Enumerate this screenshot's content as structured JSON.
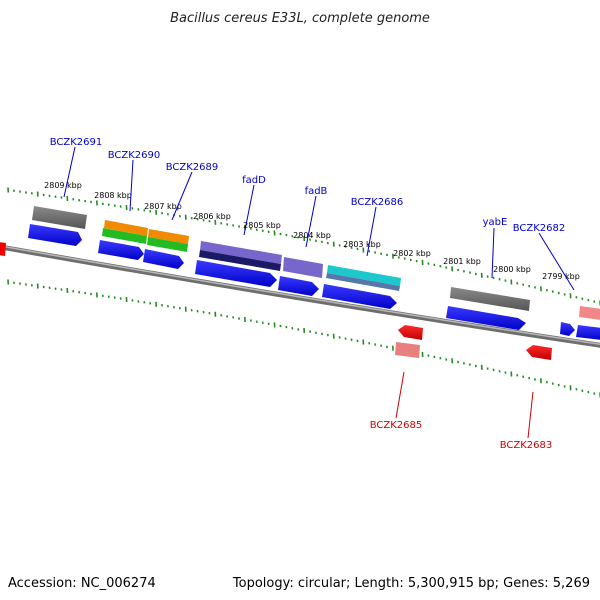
{
  "title": "Bacillus cereus E33L, complete genome",
  "footer": {
    "accession": "Accession: NC_006274",
    "topology": "Topology: circular; Length: 5,300,915 bp; Genes: 5,269"
  },
  "colors": {
    "backbone": "#8a8a8a",
    "ticks": "#228b22",
    "label_forward": "#0000cc",
    "label_reverse": "#cc0000",
    "cds_forward": "#0000ee",
    "cds_reverse": "#ee0000"
  },
  "kbp_labels": [
    "2809 kbp",
    "2808 kbp",
    "2807 kbp",
    "2806 kbp",
    "2805 kbp",
    "2804 kbp",
    "2803 kbp",
    "2802 kbp",
    "2801 kbp",
    "2800 kbp",
    "2799 kbp"
  ],
  "genes_forward": [
    {
      "name": "BCZK2691"
    },
    {
      "name": "BCZK2690"
    },
    {
      "name": "BCZK2689"
    },
    {
      "name": "fadD"
    },
    {
      "name": "fadB"
    },
    {
      "name": "BCZK2686"
    },
    {
      "name": "yabE"
    },
    {
      "name": "BCZK2682"
    }
  ],
  "genes_reverse": [
    {
      "name": "BCZK2685"
    },
    {
      "name": "BCZK2683"
    }
  ]
}
